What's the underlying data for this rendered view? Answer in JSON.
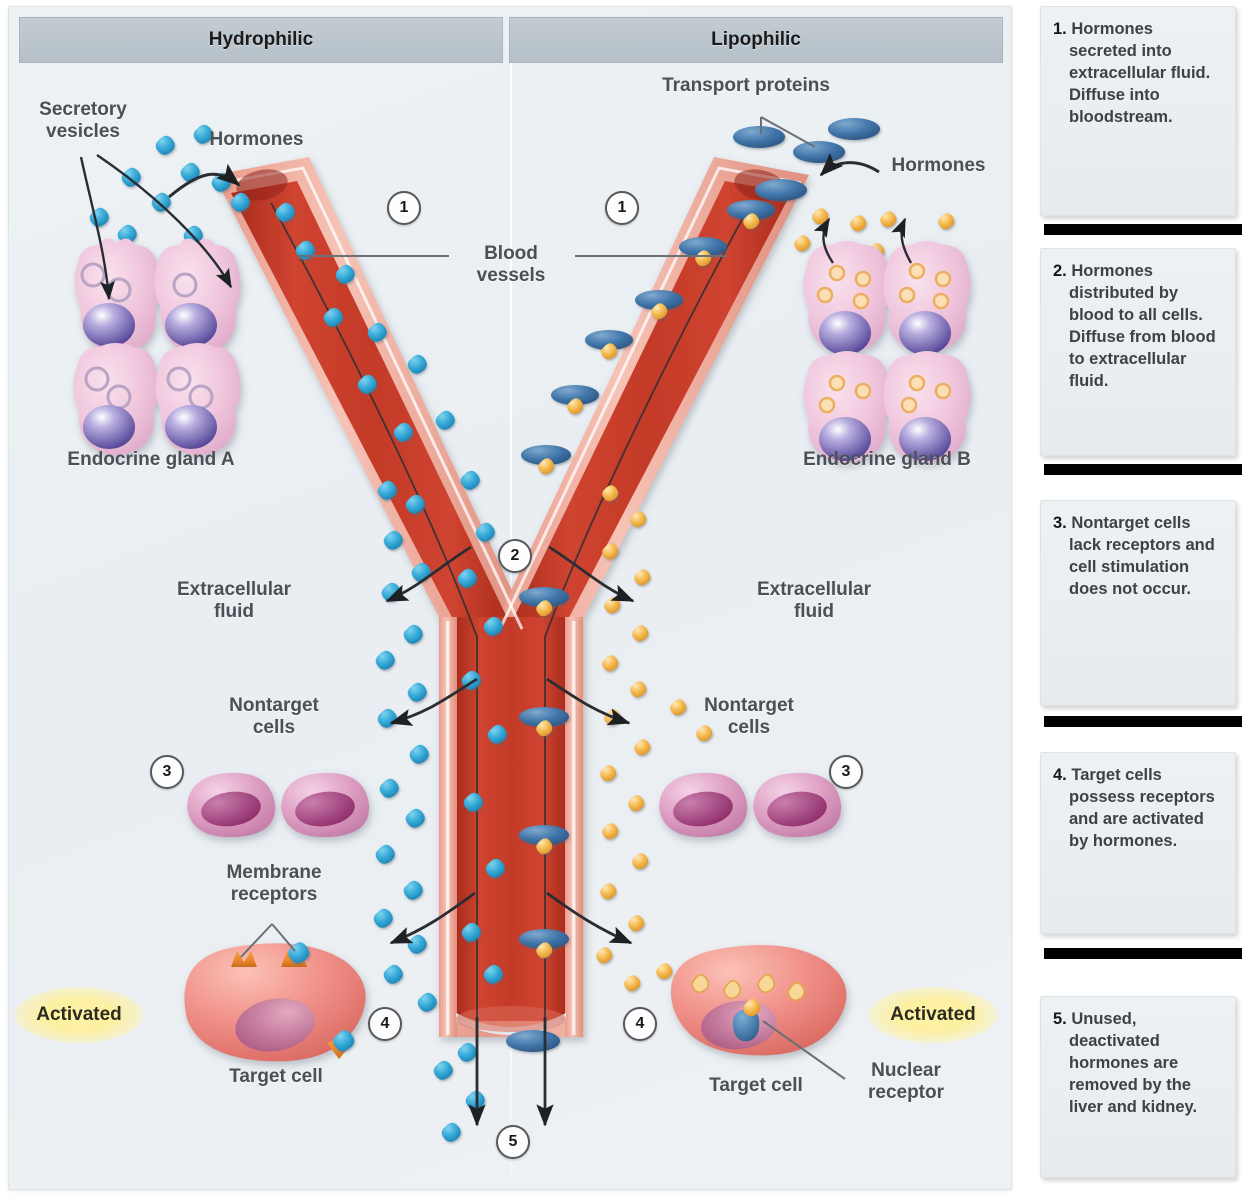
{
  "headers": {
    "left": "Hydrophilic",
    "right": "Lipophilic"
  },
  "labels": {
    "secretory_vesicles": "Secretory\nvesicles",
    "hormones_left": "Hormones",
    "transport_proteins": "Transport proteins",
    "hormones_right": "Hormones",
    "blood_vessels": "Blood\nvessels",
    "endocrine_gland_a": "Endocrine gland A",
    "endocrine_gland_b": "Endocrine gland B",
    "extracellular_fluid_left": "Extracellular\nfluid",
    "extracellular_fluid_right": "Extracellular\nfluid",
    "nontarget_cells_left": "Nontarget\ncells",
    "nontarget_cells_right": "Nontarget\ncells",
    "membrane_receptors": "Membrane\nreceptors",
    "target_cell_left": "Target cell",
    "target_cell_right": "Target cell",
    "nuclear_receptor": "Nuclear\nreceptor",
    "activated_left": "Activated",
    "activated_right": "Activated"
  },
  "step_markers": {
    "one_left": "1",
    "one_right": "1",
    "two_center": "2",
    "three_left": "3",
    "three_right": "3",
    "four_left": "4",
    "four_right": "4",
    "five_center": "5"
  },
  "steps": [
    {
      "number": "1.",
      "text": "Hormones secreted into extracellular fluid. Diffuse into bloodstream."
    },
    {
      "number": "2.",
      "text": "Hormones distributed by blood to all cells. Diffuse from blood to extracellular fluid."
    },
    {
      "number": "3.",
      "text": "Nontarget cells lack receptors and cell stimulation does not occur."
    },
    {
      "number": "4.",
      "text": "Target cells possess receptors and are activated by hormones."
    },
    {
      "number": "5.",
      "text": "Unused, deactivated hormones are removed by the liver and kidney."
    }
  ],
  "colors": {
    "panel_background": "#eef2f5",
    "header_bar": "#bcc6ce",
    "hydrophilic_hormone": "#3aa9d4",
    "lipophilic_hormone": "#f4b74a",
    "transport_protein": "#4a7fb0",
    "vessel_lumen": "#c0392b",
    "vessel_wall": "#f0a89a",
    "gland_cell": "#f0c5dc",
    "gland_nucleus": "#5b4b9e",
    "nontarget_cell": "#dd9ec2",
    "target_cell": "#f1938b",
    "membrane_receptor": "#e8862c",
    "activated_glow": "#fdf0a0",
    "step_text": "#3d4246",
    "divider_bar": "#000000"
  }
}
